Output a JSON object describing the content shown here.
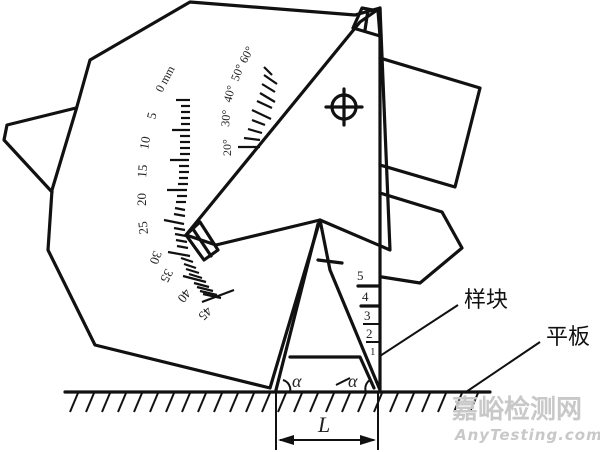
{
  "figure": {
    "title": "Weld gauge measuring sample block angle on flat plate",
    "colors": {
      "line": "#111111",
      "background": "#ffffff",
      "watermark": "#c8c8c8"
    }
  },
  "mm_scale": {
    "unit_label": "0 mm",
    "labels": [
      "5",
      "10",
      "15",
      "20",
      "25",
      "30",
      "35",
      "40",
      "45"
    ]
  },
  "angle_scale": {
    "labels": [
      "20°",
      "30°",
      "40°",
      "50°",
      "60°"
    ]
  },
  "block_slots": [
    "1",
    "2",
    "3",
    "4",
    "5"
  ],
  "angle_symbols": {
    "left": "α",
    "right": "α"
  },
  "dimension": {
    "label": "L"
  },
  "callouts": {
    "sample_block": "样块",
    "flat_plate": "平板"
  },
  "crosshair": {
    "icon": "crosshair-target-icon"
  },
  "watermark": {
    "chinese": "嘉峪检测网",
    "english": "AnyTesting.com"
  }
}
